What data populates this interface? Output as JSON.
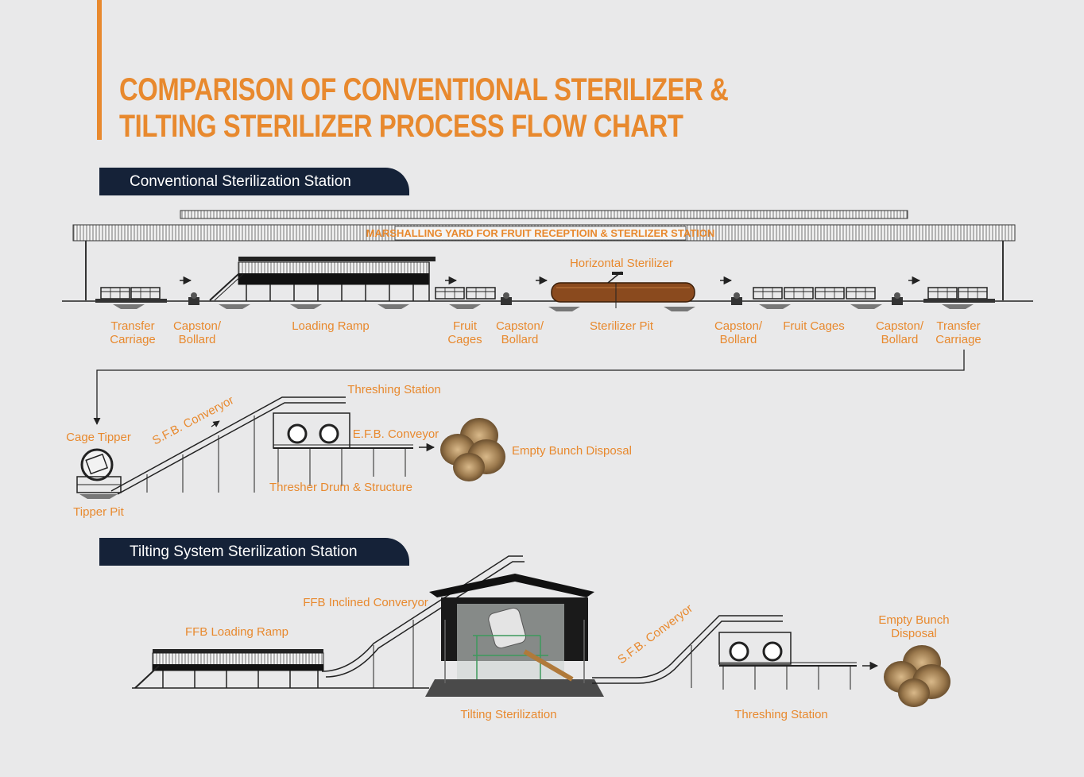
{
  "title": {
    "line1": "COMPARISON OF CONVENTIONAL STERILIZER &",
    "line2": "TILTING STERILIZER PROCESS FLOW CHART"
  },
  "colors": {
    "accent": "#e8892e",
    "dark": "#152238",
    "background": "#e9e9ea",
    "rust": "#8a4a1e"
  },
  "conventional": {
    "heading": "Conventional Sterilization Station",
    "banner": "MARSHALLING YARD FOR FRUIT RECEPTIOIN & STERLIZER STATION",
    "labels": {
      "transfer_carriage_1": [
        "Transfer",
        "Carriage"
      ],
      "capston_bollard_1": [
        "Capston/",
        "Bollard"
      ],
      "loading_ramp": "Loading Ramp",
      "fruit_cages_1": [
        "Fruit",
        "Cages"
      ],
      "capston_bollard_2": [
        "Capston/",
        "Bollard"
      ],
      "horizontal_sterilizer": "Horizontal Sterilizer",
      "sterilizer_pit": "Sterilizer Pit",
      "capston_bollard_3": [
        "Capston/",
        "Bollard"
      ],
      "fruit_cages_2": "Fruit Cages",
      "capston_bollard_4": [
        "Capston/",
        "Bollard"
      ],
      "transfer_carriage_2": [
        "Transfer",
        "Carriage"
      ],
      "threshing_station": "Threshing Station",
      "cage_tipper": "Cage Tipper",
      "sfb_conveyor": "S.F.B. Converyor",
      "efb_conveyor": "E.F.B. Conveyor",
      "empty_bunch_disposal": "Empty Bunch Disposal",
      "thresher_drum": "Thresher Drum & Structure",
      "tipper_pit": "Tipper Pit"
    }
  },
  "tilting": {
    "heading": "Tilting System Sterilization Station",
    "labels": {
      "ffb_inclined_conveyor": "FFB Inclined Converyor",
      "ffb_loading_ramp": "FFB Loading Ramp",
      "tilting_sterilization": "Tilting Sterilization",
      "sfb_conveyor": "S.F.B. Converyor",
      "empty_bunch_disposal": [
        "Empty Bunch",
        "Disposal"
      ],
      "threshing_station": "Threshing Station"
    }
  }
}
